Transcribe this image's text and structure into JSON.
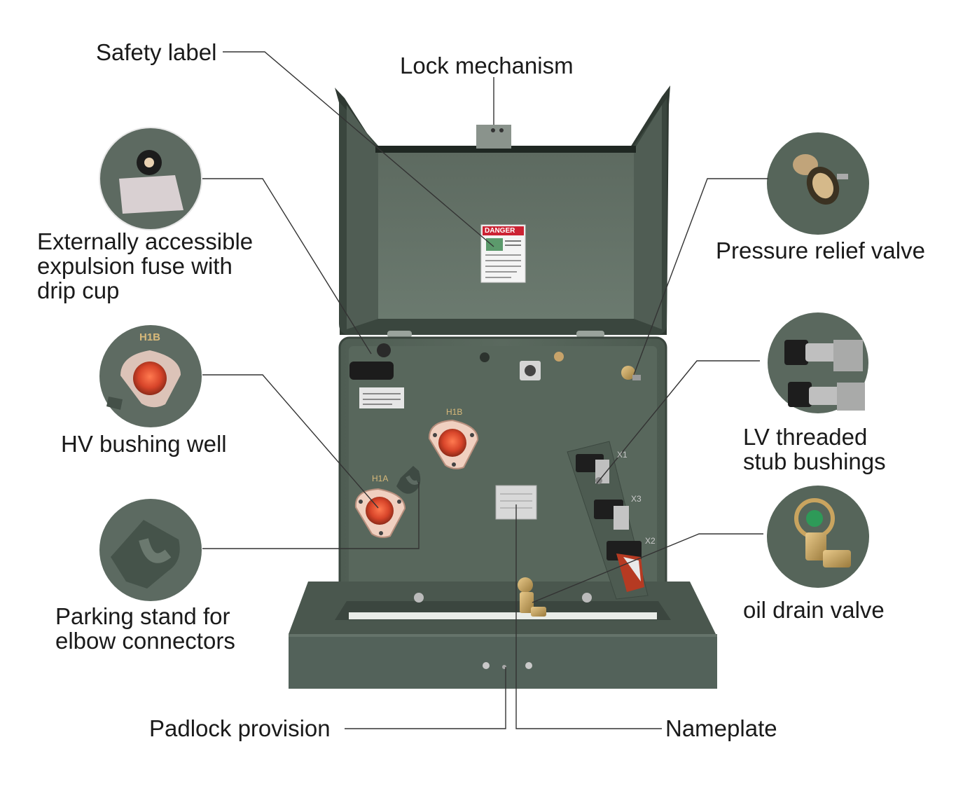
{
  "callouts": {
    "safety_label": "Safety label",
    "lock_mechanism": "Lock mechanism",
    "expulsion_fuse": "Externally accessible\nexpulsion fuse with\ndrip cup",
    "hv_bushing_well": "HV bushing well",
    "parking_stand": "Parking stand for\nelbow connectors",
    "pressure_relief_valve": "Pressure relief valve",
    "lv_stub_bushings": "LV threaded\nstub bushings",
    "oil_drain_valve": "oil drain valve",
    "padlock_provision": "Padlock provision",
    "nameplate": "Nameplate"
  },
  "markings": {
    "danger_sign": "DANGER",
    "h1a": "H1A",
    "h1b": "H1B",
    "x1": "X1",
    "x2": "X2",
    "x3": "X3",
    "inset_h1b": "H1B"
  },
  "colors": {
    "cabinet_green": "#56655a",
    "cabinet_dark": "#3c4840",
    "bushing_red": "#d8452a",
    "danger_red": "#cc2233"
  }
}
